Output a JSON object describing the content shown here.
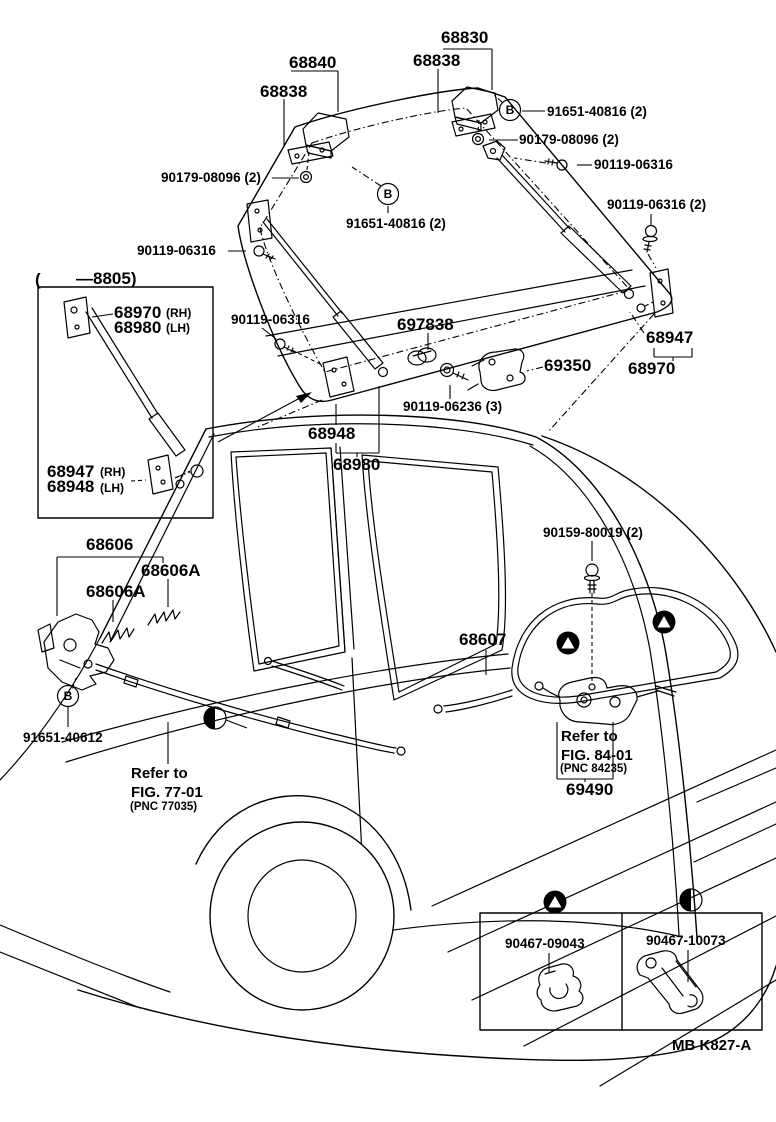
{
  "doc": {
    "code": "MB  K827-A"
  },
  "markers": {
    "b": "B"
  },
  "door": {
    "hinge_r": "68830",
    "hinge_r_pad": "68838",
    "hinge_l": "68840",
    "hinge_l_pad": "68838",
    "bolt_b_r": "91651-40816 (2)",
    "nut_r": "90179-08096 (2)",
    "screw_r1": "90119-06316",
    "screw_r2": "90119-06316 (2)",
    "nut_l": "90179-08096 (2)",
    "bolt_b_mid": "91651-40816 (2)",
    "screw_l": "90119-06316",
    "screw_mid": "90119-06316",
    "protector": "697838",
    "stopper": "69350",
    "bracket_r": "68947",
    "stay_r": "68970",
    "bolt_mid": "90119-06236 (3)",
    "bracket_mid": "68948",
    "stay_mid": "68980"
  },
  "inset": {
    "paren": "(",
    "code": "—8805)",
    "stay_rh": "68970",
    "stay_rh_side": "(RH)",
    "stay_lh": "68980",
    "stay_lh_side": "(LH)",
    "bracket_rh": "68947",
    "bracket_rh_side": "(RH)",
    "bracket_lh": "68948",
    "bracket_lh_side": "(LH)"
  },
  "lock": {
    "lock_assy": "68606",
    "spring_1": "68606A",
    "spring_2": "68606A",
    "screw_b": "91651-40612",
    "refer77_1": "Refer to",
    "refer77_2": "FIG. 77-01",
    "refer77_3": "(PNC 77035)",
    "bolt": "90159-80019 (2)",
    "cable": "68607",
    "refer84_1": "Refer to",
    "refer84_2": "FIG. 84-01",
    "refer84_3": "(PNC 84235)",
    "striker": "69490"
  },
  "clips": {
    "a": "90467-09043",
    "b": "90467-10073"
  }
}
